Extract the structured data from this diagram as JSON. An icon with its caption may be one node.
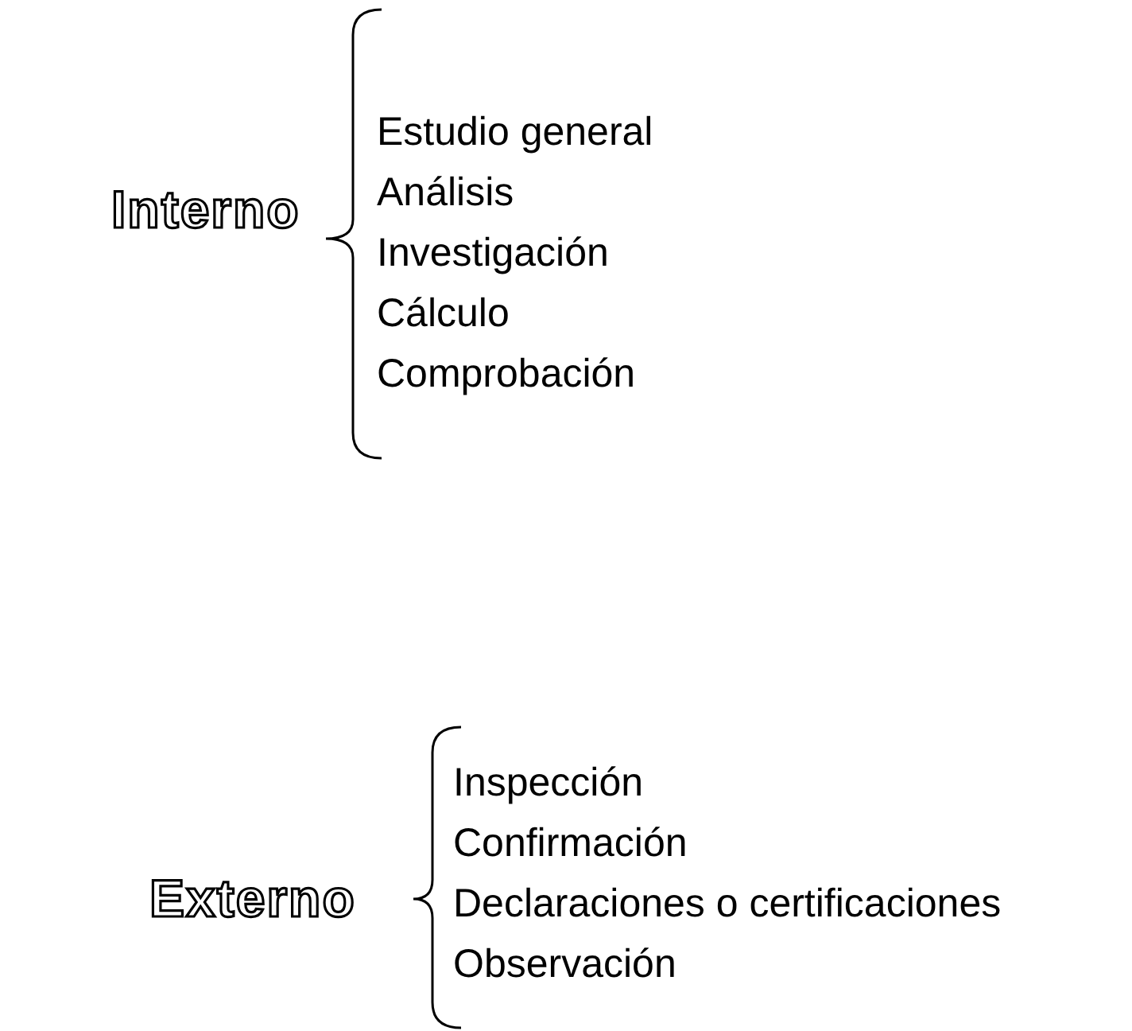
{
  "diagram": {
    "labels": [
      "Interno",
      "Estudio general",
      "Análisis",
      "Investigación",
      "Cálculo",
      "Comprobación",
      "Externo",
      "Inspección",
      "Confirmación",
      "Declaraciones o certificaciones",
      "Observación"
    ]
  }
}
